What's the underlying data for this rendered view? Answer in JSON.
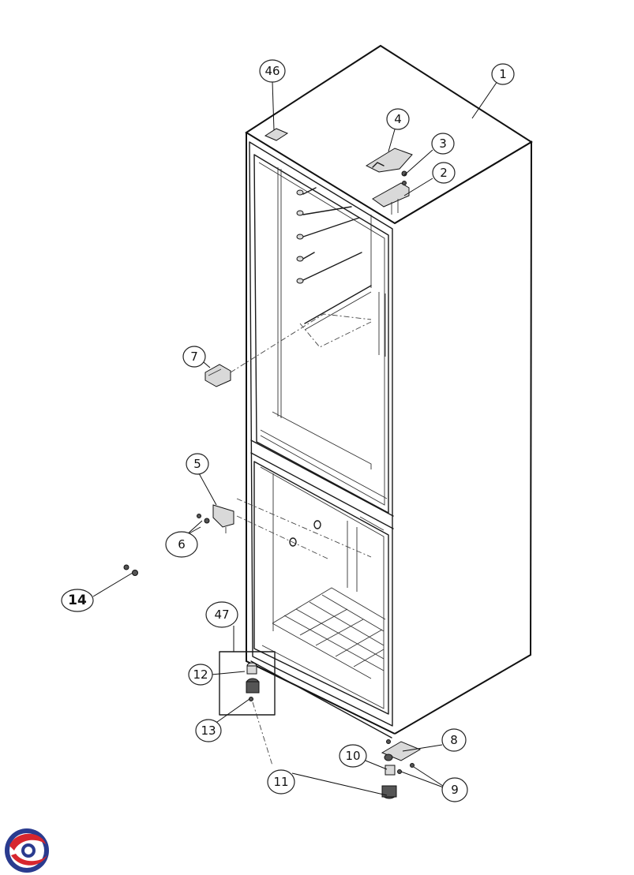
{
  "diagram": {
    "callouts": [
      {
        "id": "c46",
        "label": "46"
      },
      {
        "id": "c1",
        "label": "1"
      },
      {
        "id": "c4",
        "label": "4"
      },
      {
        "id": "c3",
        "label": "3"
      },
      {
        "id": "c2",
        "label": "2"
      },
      {
        "id": "c7",
        "label": "7"
      },
      {
        "id": "c5",
        "label": "5"
      },
      {
        "id": "c6",
        "label": "6"
      },
      {
        "id": "c14",
        "label": "14"
      },
      {
        "id": "c47",
        "label": "47"
      },
      {
        "id": "c12",
        "label": "12"
      },
      {
        "id": "c13",
        "label": "13"
      },
      {
        "id": "c11",
        "label": "11"
      },
      {
        "id": "c10",
        "label": "10"
      },
      {
        "id": "c8",
        "label": "8"
      },
      {
        "id": "c9",
        "label": "9"
      }
    ]
  },
  "colors": {
    "line": "#1a1a1a",
    "logo_red": "#d7262e",
    "logo_blue": "#2a3b8f"
  },
  "logo": {
    "icon": "brand-logo-icon"
  }
}
